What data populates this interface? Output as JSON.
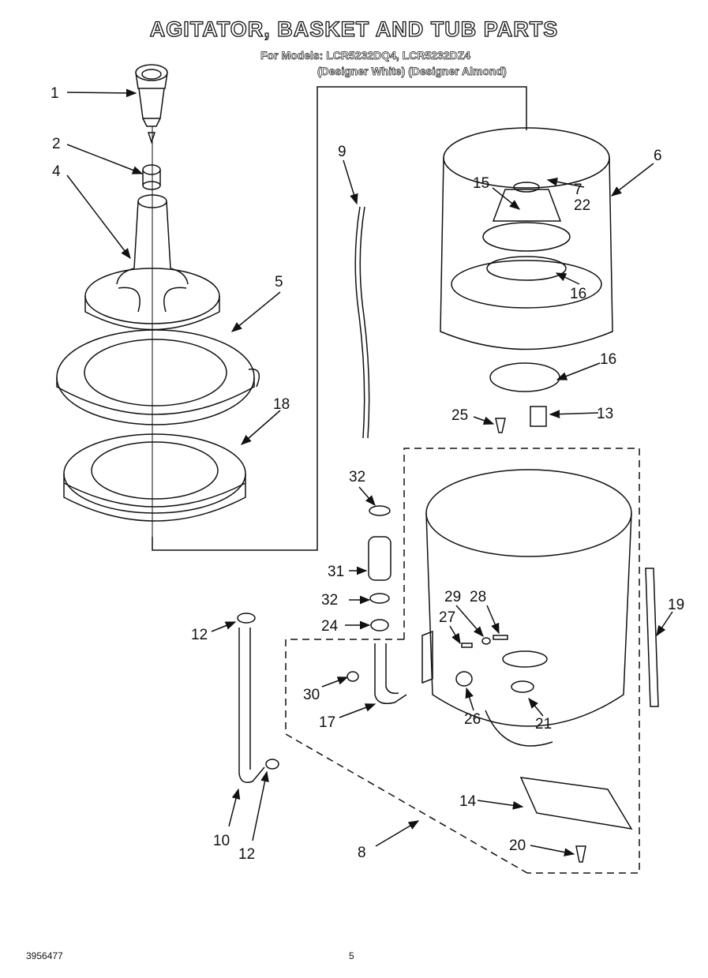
{
  "header": {
    "title": "AGITATOR, BASKET AND TUB PARTS",
    "models": "For Models: LCR5232DQ4, LCR5232DZ4",
    "variants": "(Designer White) (Designer Almond)"
  },
  "footer": {
    "doc_number": "3956477",
    "page_number": "5"
  },
  "callouts": {
    "c1": "1",
    "c2": "2",
    "c4": "4",
    "c5": "5",
    "c18": "18",
    "c9": "9",
    "c6": "6",
    "c15": "15",
    "c7": "7",
    "c22": "22",
    "c16a": "16",
    "c16b": "16",
    "c13": "13",
    "c25": "25",
    "c32a": "32",
    "c31": "31",
    "c32b": "32",
    "c24": "24",
    "c12a": "12",
    "c29": "29",
    "c28": "28",
    "c27": "27",
    "c19": "19",
    "c30": "30",
    "c17": "17",
    "c26": "26",
    "c21": "21",
    "c14": "14",
    "c10": "10",
    "c12b": "12",
    "c8": "8",
    "c20": "20"
  }
}
